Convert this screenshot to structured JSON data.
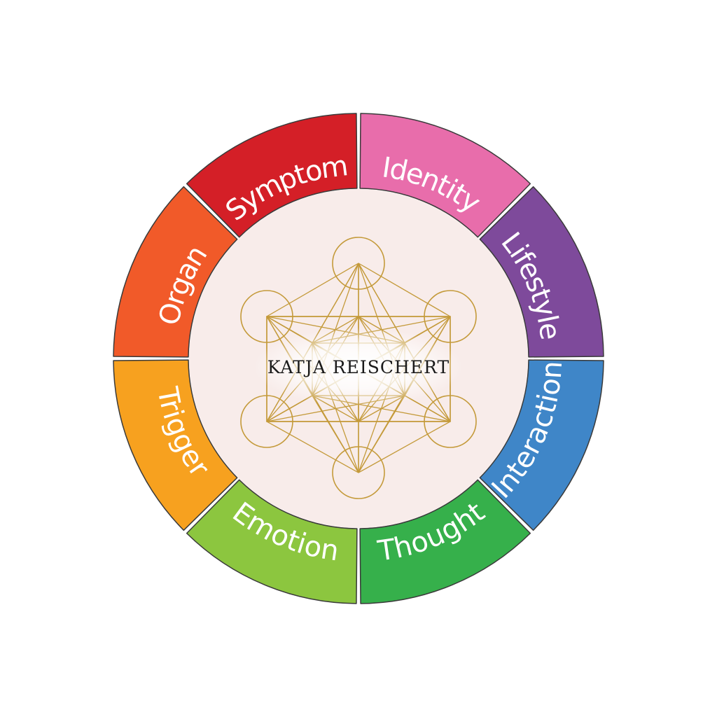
{
  "center": {
    "name": "KATJA REISCHERT",
    "background": "#f8ecea",
    "line_color": "#c49a3a"
  },
  "segments": [
    {
      "label": "Identity",
      "color": "#e86dab"
    },
    {
      "label": "Lifestyle",
      "color": "#7e4a9b"
    },
    {
      "label": "Interaction",
      "color": "#3f86c8"
    },
    {
      "label": "Thought",
      "color": "#36b04b"
    },
    {
      "label": "Emotion",
      "color": "#8cc63f"
    },
    {
      "label": "Trigger",
      "color": "#f7a11f"
    },
    {
      "label": "Organ",
      "color": "#f15a29"
    },
    {
      "label": "Symptom",
      "color": "#d41f27"
    }
  ]
}
